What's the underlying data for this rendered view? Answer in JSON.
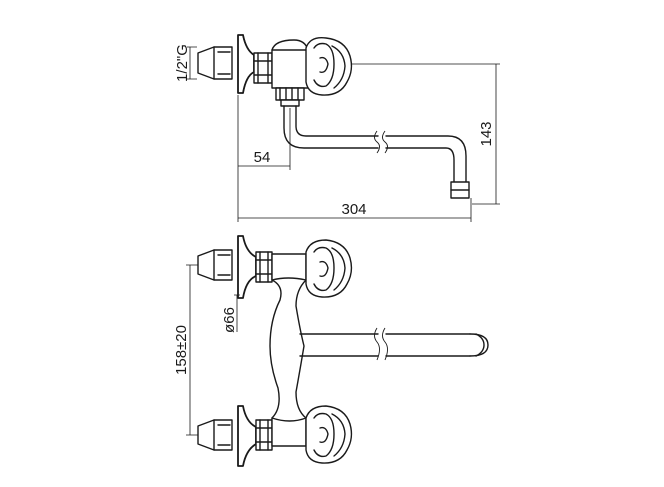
{
  "dimensions": {
    "thread": "1/2\"G",
    "spout_offset": "54",
    "total_reach": "304",
    "height": "143",
    "diameter": "ø66",
    "spacing": "158±20"
  }
}
